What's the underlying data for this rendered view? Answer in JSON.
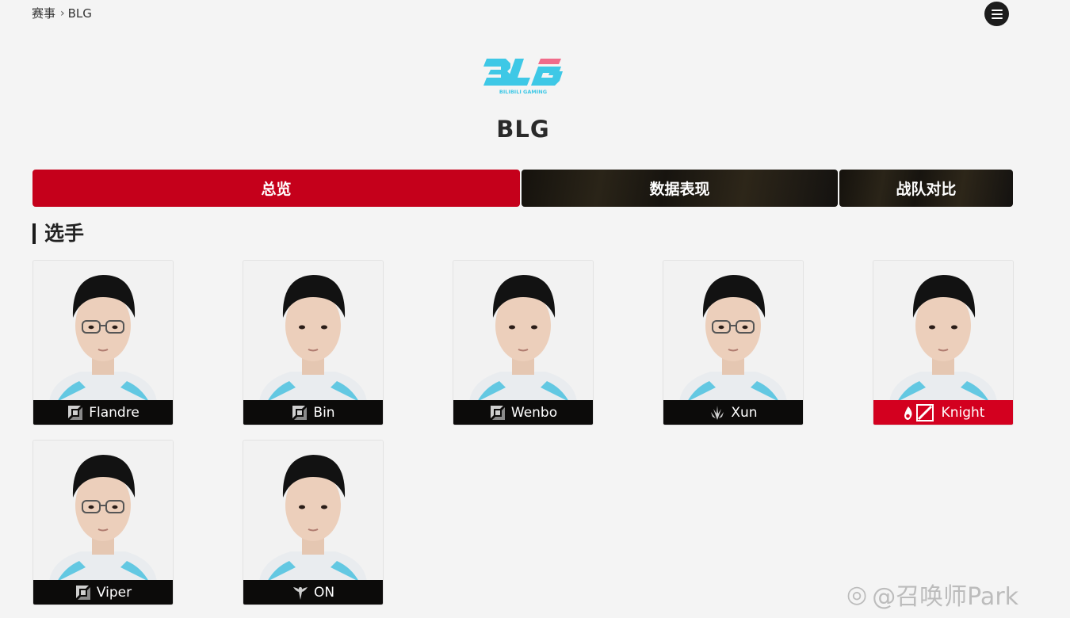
{
  "breadcrumb": {
    "root": "赛事",
    "current": "BLG"
  },
  "team": {
    "name": "BLG",
    "logo_text": "BLG",
    "logo_subtext": "BILIBILI GAMING"
  },
  "tabs": [
    {
      "label": "总览",
      "active": true
    },
    {
      "label": "数据表现",
      "active": false
    },
    {
      "label": "战队对比",
      "active": false
    }
  ],
  "section": {
    "title": "选手"
  },
  "players": [
    {
      "name": "Flandre",
      "role_icon": "top-lane-icon",
      "highlight": false
    },
    {
      "name": "Bin",
      "role_icon": "top-lane-icon",
      "highlight": false
    },
    {
      "name": "Wenbo",
      "role_icon": "top-lane-icon",
      "highlight": false
    },
    {
      "name": "Xun",
      "role_icon": "jungle-icon",
      "highlight": false
    },
    {
      "name": "Knight",
      "role_icon": "mid-lane-icon",
      "highlight": true
    },
    {
      "name": "Viper",
      "role_icon": "bot-lane-icon",
      "highlight": false
    },
    {
      "name": "ON",
      "role_icon": "support-icon",
      "highlight": false
    }
  ],
  "watermark": "@召唤师Park",
  "colors": {
    "accent": "#c5001b",
    "highlight": "#d3001f",
    "logo_blue": "#3ec8e6",
    "logo_pink": "#f06b8a"
  }
}
